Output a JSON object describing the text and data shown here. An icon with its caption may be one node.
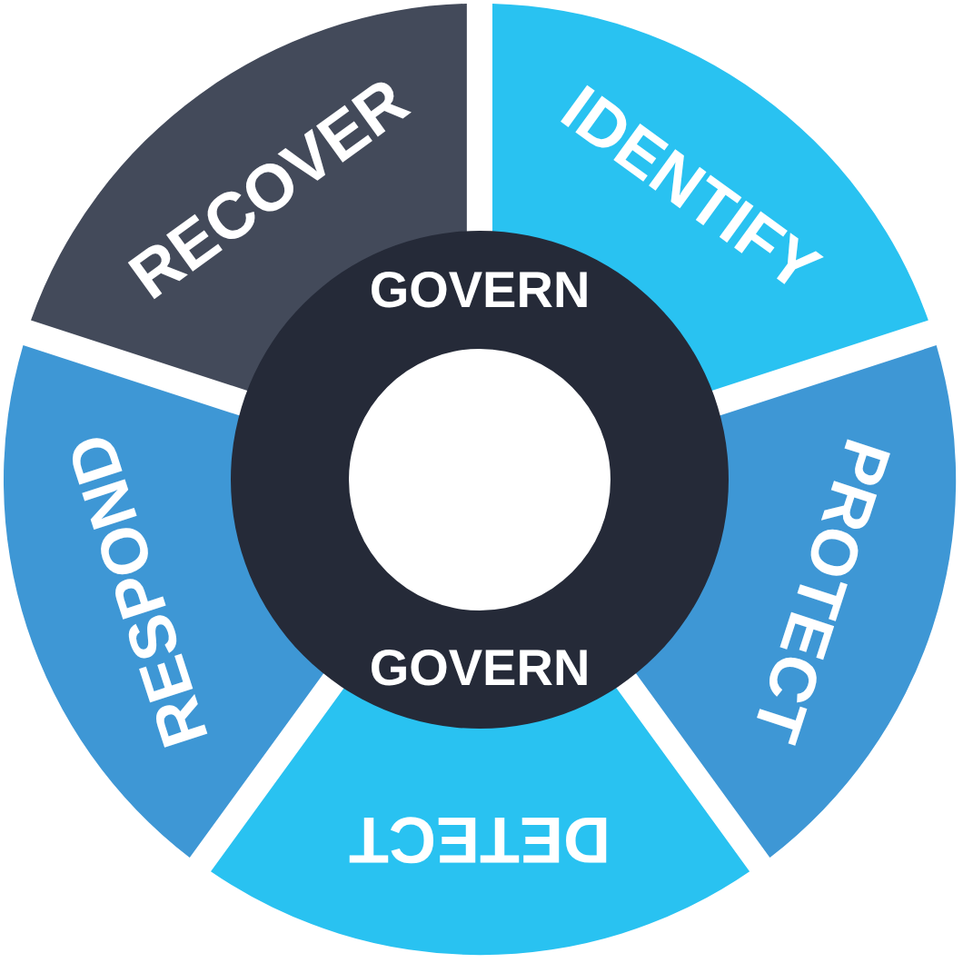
{
  "diagram": {
    "nodes": [
      {
        "text": [
          "GOVERN",
          "GOVERN"
        ]
      },
      {
        "text": [
          "IDENTIFY"
        ]
      },
      {
        "text": [
          "PROTECT"
        ]
      },
      {
        "text": [
          "DETECT"
        ]
      },
      {
        "text": [
          "RESPOND"
        ]
      },
      {
        "text": [
          "RECOVER"
        ]
      }
    ]
  }
}
